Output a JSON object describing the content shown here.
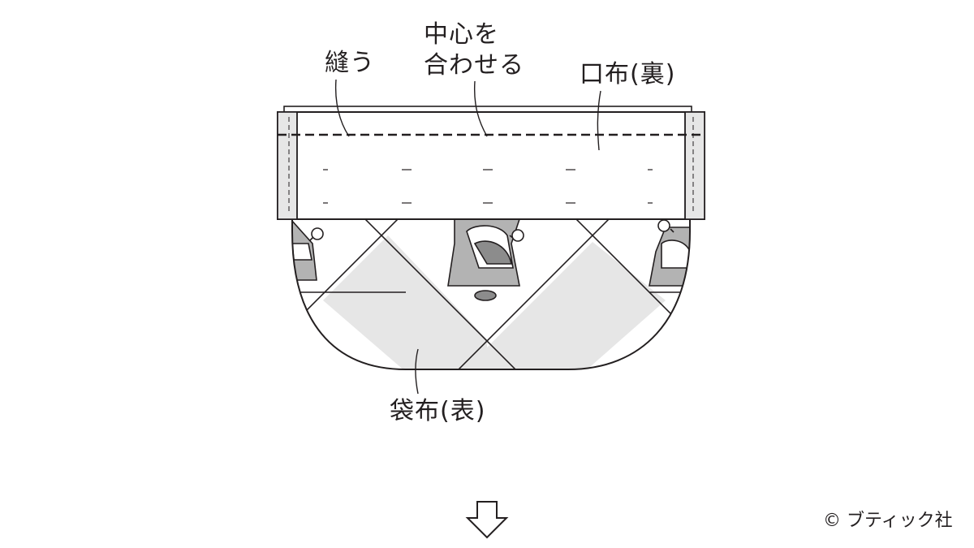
{
  "labels": {
    "sew": "縫う",
    "align_center_line1": "中心を",
    "align_center_line2": "合わせる",
    "mouth_fabric": "口布(裏)",
    "bag_fabric": "袋布(表)"
  },
  "copyright": "© ブティック社",
  "icons": {
    "next_step": "down-arrow-outline-icon"
  },
  "colors": {
    "line": "#231f20",
    "fabric_white": "#ffffff",
    "fabric_light": "#e6e6e6",
    "fabric_mid": "#b3b3b3",
    "fabric_dark": "#8c8c8c"
  }
}
